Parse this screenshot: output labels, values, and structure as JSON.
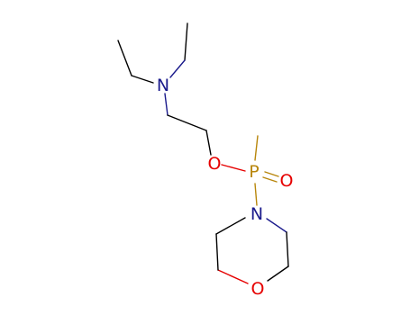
{
  "molecule": {
    "atoms": [
      {
        "id": "N_amine",
        "element": "N",
        "label": "N",
        "color": "#1a1a8c"
      },
      {
        "id": "O_ester",
        "element": "O",
        "label": "O",
        "color": "#e60000"
      },
      {
        "id": "P",
        "element": "P",
        "label": "P",
        "color": "#b8860b"
      },
      {
        "id": "O_oxo",
        "element": "O",
        "label": "O",
        "color": "#e60000"
      },
      {
        "id": "N_morpholine",
        "element": "N",
        "label": "N",
        "color": "#1a1a8c"
      },
      {
        "id": "O_morpholine",
        "element": "O",
        "label": "O",
        "color": "#e60000"
      }
    ],
    "bond_color": "#000000"
  }
}
